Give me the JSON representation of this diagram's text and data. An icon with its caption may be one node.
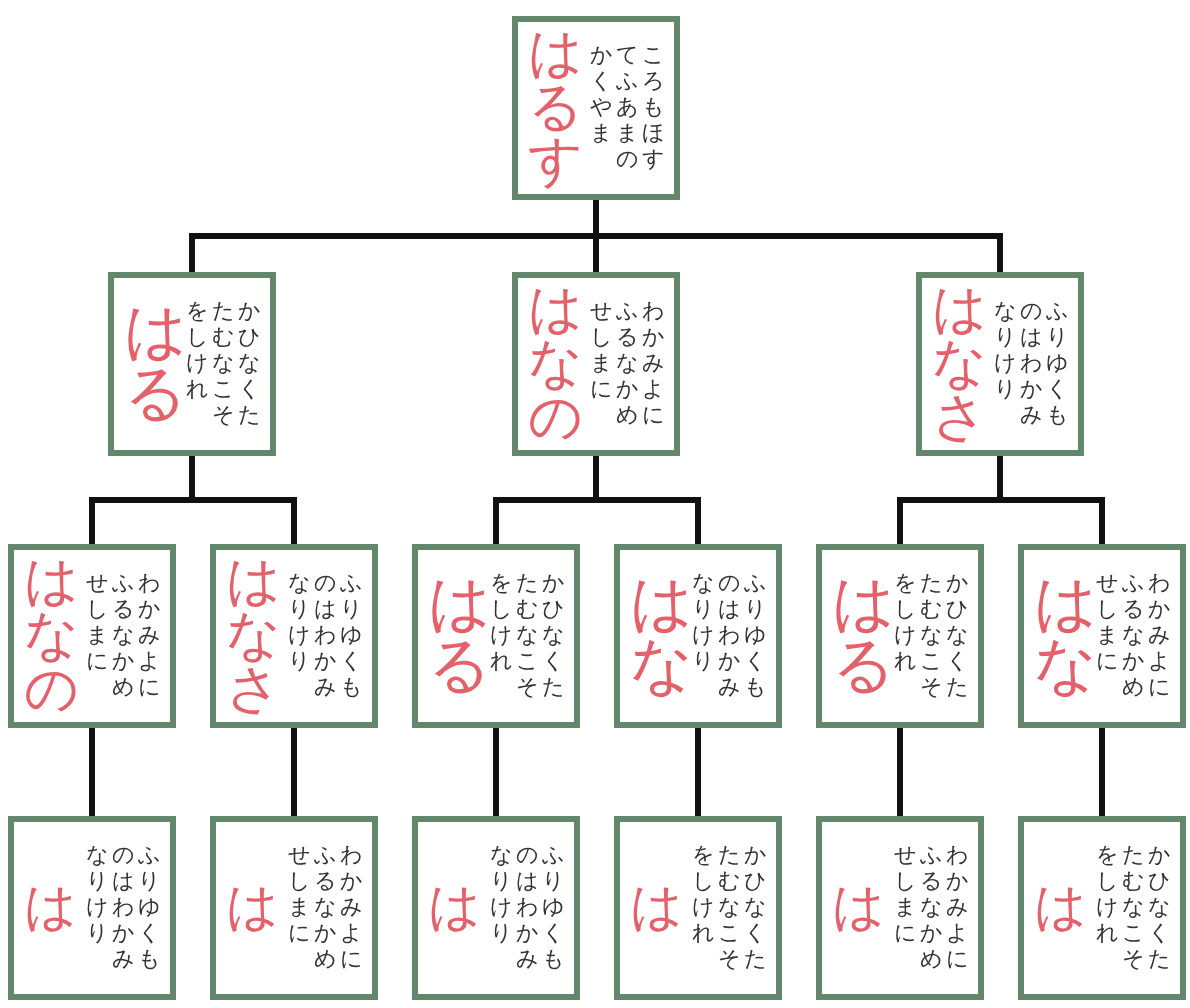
{
  "diagram": {
    "nodes": [
      {
        "text": [
          "はるす",
          "ころもほすてふあまのかくやま"
        ]
      },
      {
        "text": [
          "はる",
          "かひなくたたむなこそをしけれ"
        ]
      },
      {
        "text": [
          "はなの",
          "わかみよにふるなかめせしまに"
        ]
      },
      {
        "text": [
          "はなさ",
          "ふりゆくものはわかみなりけり"
        ]
      },
      {
        "text": [
          "はなの",
          "わかみよにふるなかめせしまに"
        ]
      },
      {
        "text": [
          "はなさ",
          "ふりゆくものはわかみなりけり"
        ]
      },
      {
        "text": [
          "はる",
          "かひなくたたむなこそをしけれ"
        ]
      },
      {
        "text": [
          "はな",
          "ふりゆくものはわかみなりけり"
        ]
      },
      {
        "text": [
          "はる",
          "かひなくたたむなこそをしけれ"
        ]
      },
      {
        "text": [
          "はな",
          "わかみよにふるなかめせしまに"
        ]
      },
      {
        "text": [
          "は",
          "ふりゆくものはわかみなりけり"
        ]
      },
      {
        "text": [
          "は",
          "わかみよにふるなかめせしまに"
        ]
      },
      {
        "text": [
          "は",
          "ふりゆくものはわかみなりけり"
        ]
      },
      {
        "text": [
          "は",
          "かひなくたたむなこそをしけれ"
        ]
      },
      {
        "text": [
          "は",
          "わかみよにふるなかめせしまに"
        ]
      },
      {
        "text": [
          "は",
          "かひなくたたむなこそをしけれ"
        ]
      }
    ],
    "edges": [
      {
        "from": 0,
        "to": 1,
        "arrow": "none"
      },
      {
        "from": 0,
        "to": 2,
        "arrow": "none"
      },
      {
        "from": 0,
        "to": 3,
        "arrow": "none"
      },
      {
        "from": 1,
        "to": 4,
        "arrow": "none"
      },
      {
        "from": 1,
        "to": 5,
        "arrow": "none"
      },
      {
        "from": 2,
        "to": 6,
        "arrow": "none"
      },
      {
        "from": 2,
        "to": 7,
        "arrow": "none"
      },
      {
        "from": 3,
        "to": 8,
        "arrow": "none"
      },
      {
        "from": 3,
        "to": 9,
        "arrow": "none"
      },
      {
        "from": 4,
        "to": 10,
        "arrow": "none"
      },
      {
        "from": 5,
        "to": 11,
        "arrow": "none"
      },
      {
        "from": 6,
        "to": 12,
        "arrow": "none"
      },
      {
        "from": 7,
        "to": 13,
        "arrow": "none"
      },
      {
        "from": 8,
        "to": 14,
        "arrow": "none"
      },
      {
        "from": 9,
        "to": 15,
        "arrow": "none"
      }
    ]
  }
}
